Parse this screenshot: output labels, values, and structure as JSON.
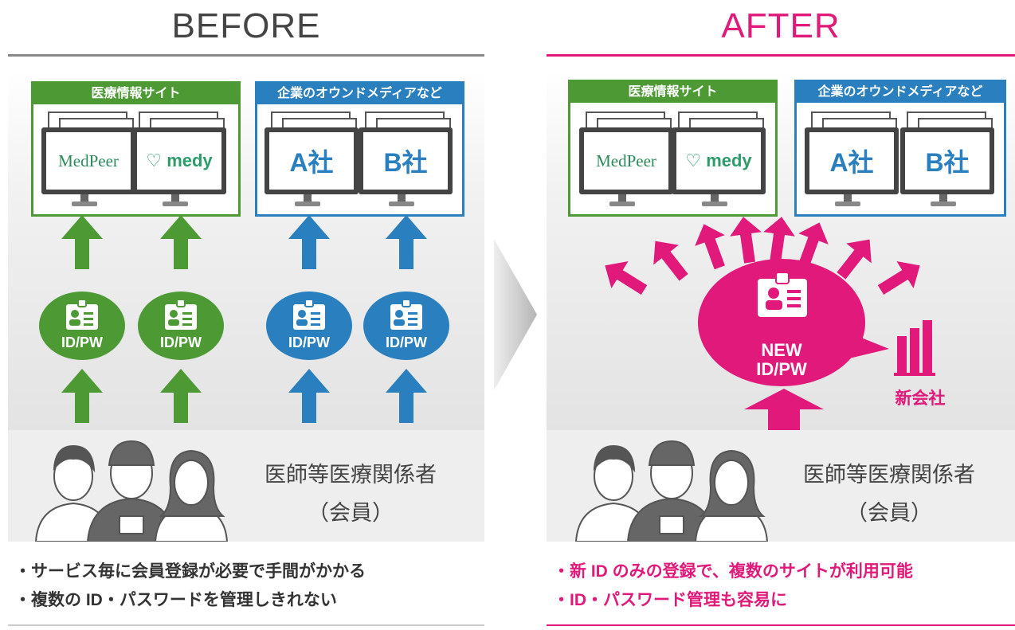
{
  "before": {
    "title": "BEFORE",
    "medical_box": {
      "label": "医療情報サイト",
      "sites": [
        "MedPeer",
        "medy"
      ]
    },
    "company_box": {
      "label": "企業のオウンドメディアなど",
      "sites": [
        "A社",
        "B社"
      ]
    },
    "id_label": "ID/PW",
    "caption_line1": "医師等医療関係者",
    "caption_line2": "（会員）",
    "notes": [
      "・サービス毎に会員登録が必要で手間がかかる",
      "・複数の ID・パスワードを管理しきれない"
    ]
  },
  "after": {
    "title": "AFTER",
    "medical_box": {
      "label": "医療情報サイト",
      "sites": [
        "MedPeer",
        "medy"
      ]
    },
    "company_box": {
      "label": "企業のオウンドメディアなど",
      "sites": [
        "A社",
        "B社"
      ]
    },
    "new_id_line1": "NEW",
    "new_id_line2": "ID/PW",
    "new_company_label": "新会社",
    "caption_line1": "医師等医療関係者",
    "caption_line2": "（会員）",
    "notes": [
      "・新 ID のみの登録で、複数のサイトが利用可能",
      "・ID・パスワード管理も容易に"
    ]
  },
  "colors": {
    "green": "#4d9a35",
    "blue": "#2a7fbf",
    "pink": "#e0197a",
    "gray": "#888888"
  }
}
